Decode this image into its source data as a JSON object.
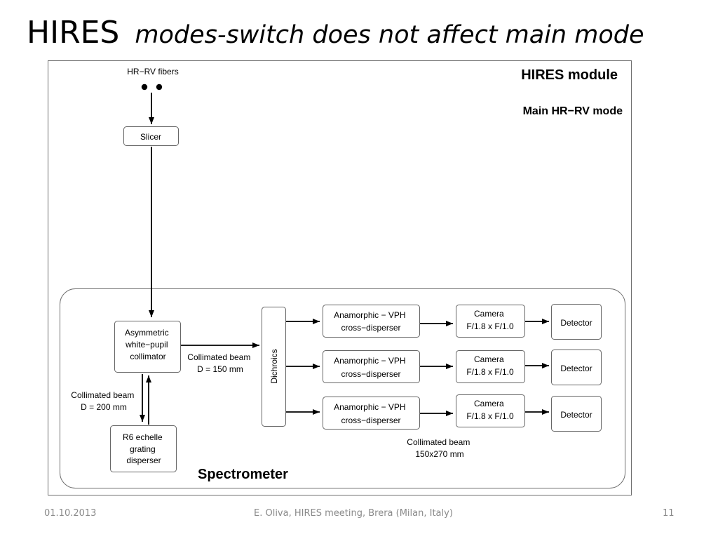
{
  "title": {
    "main": "HIRES",
    "subtitle": "modes-switch does not affect main mode"
  },
  "diagram": {
    "module_label": "HIRES module",
    "mode_label": "Main HR−RV mode",
    "fibers_label": "HR−RV fibers",
    "slicer_label": "Slicer",
    "spectrometer_label": "Spectrometer",
    "collimator_lines": [
      "Asymmetric",
      "white−pupil",
      "collimator"
    ],
    "beam1_lines": [
      "Collimated beam",
      "D = 150 mm"
    ],
    "beam2_lines": [
      "Collimated beam",
      "D = 200 mm"
    ],
    "echelle_lines": [
      "R6 echelle",
      "grating",
      "disperser"
    ],
    "dichroics_label": "Dichroics",
    "arms": [
      {
        "disperser_lines": [
          "Anamorphic − VPH",
          "cross−disperser"
        ],
        "camera_lines": [
          "Camera",
          "F/1.8 x F/1.0"
        ],
        "detector_label": "Detector"
      },
      {
        "disperser_lines": [
          "Anamorphic − VPH",
          "cross−disperser"
        ],
        "camera_lines": [
          "Camera",
          "F/1.8 x F/1.0"
        ],
        "detector_label": "Detector"
      },
      {
        "disperser_lines": [
          "Anamorphic − VPH",
          "cross−disperser"
        ],
        "camera_lines": [
          "Camera",
          "F/1.8 x F/1.0"
        ],
        "detector_label": "Detector"
      }
    ],
    "beam3_lines": [
      "Collimated beam",
      "150x270 mm"
    ]
  },
  "footer": {
    "date": "01.10.2013",
    "center": "E. Oliva, HIRES  meeting, Brera (Milan, Italy)",
    "page": "11"
  }
}
